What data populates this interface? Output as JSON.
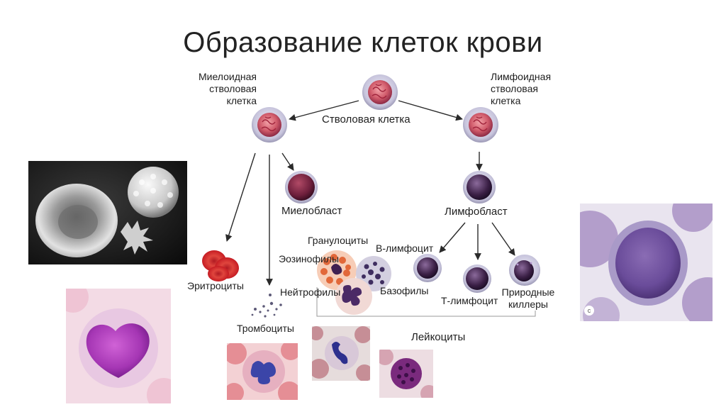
{
  "title": "Образование клеток крови",
  "labels": {
    "myeloid_stem": "Миелоидная\nстволовая\nклетка",
    "lymphoid_stem": "Лимфоидная\nстволовая\nклетка",
    "stem_cell": "Стволовая клетка",
    "myeloblast": "Миелобласт",
    "lymphoblast": "Лимфобласт",
    "granulocytes": "Гранулоциты",
    "eosinophils": "Эозинофилы",
    "neutrophils": "Нейтрофилы",
    "basophils": "Базофилы",
    "erythrocytes": "Эритроциты",
    "platelets": "Тромбоциты",
    "b_lymphocyte": "В-лимфоцит",
    "t_lymphocyte": "Т-лимфоцит",
    "natural_killers": "Природные\nкиллеры",
    "leukocytes": "Лейкоциты"
  },
  "photo_badge": "c",
  "colors": {
    "cell_body": "#c2385a",
    "cell_membrane": "#a9a7c0",
    "erythrocyte": "#d8282c",
    "nucleus_dark": "#3a1f45",
    "arrow": "#2a2a2a"
  }
}
